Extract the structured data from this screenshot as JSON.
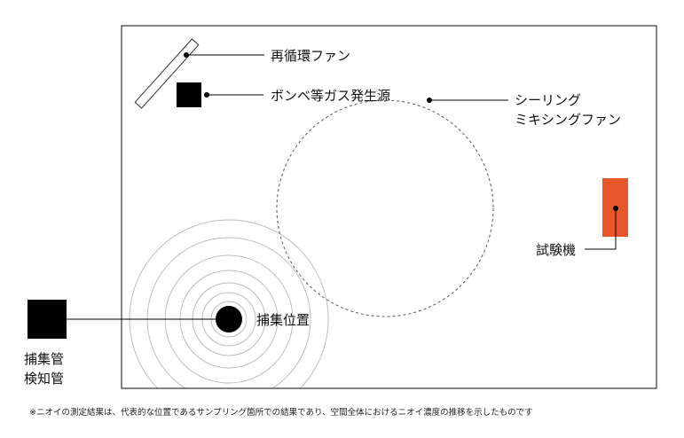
{
  "labels": {
    "recirc_fan": "再循環ファン",
    "gas_cylinder": "ボンベ等ガス発生源",
    "ceiling_fan_line1": "シーリング",
    "ceiling_fan_line2": "ミキシングファン",
    "test_machine": "試験機",
    "capture_position": "捕集位置",
    "capture_tube_line1": "捕集管",
    "capture_tube_line2": "検知管"
  },
  "footnote": "※ニオイの測定結果は、代表的な位置であるサンプリング箇所での結果であり、空間全体におけるニオイ濃度の推移を示したものです",
  "colors": {
    "frame": "#333333",
    "black_marks": "#000000",
    "test_machine": "#e8572a",
    "rings": "#bdbdbd",
    "dashed_circle": "#555555"
  },
  "icons": {
    "recirc_fan": "diagonal-bar",
    "gas_cylinder": "black-square",
    "test_machine": "orange-rect",
    "capture_position": "black-dot-with-concentric-rings",
    "capture_tube": "black-square"
  }
}
